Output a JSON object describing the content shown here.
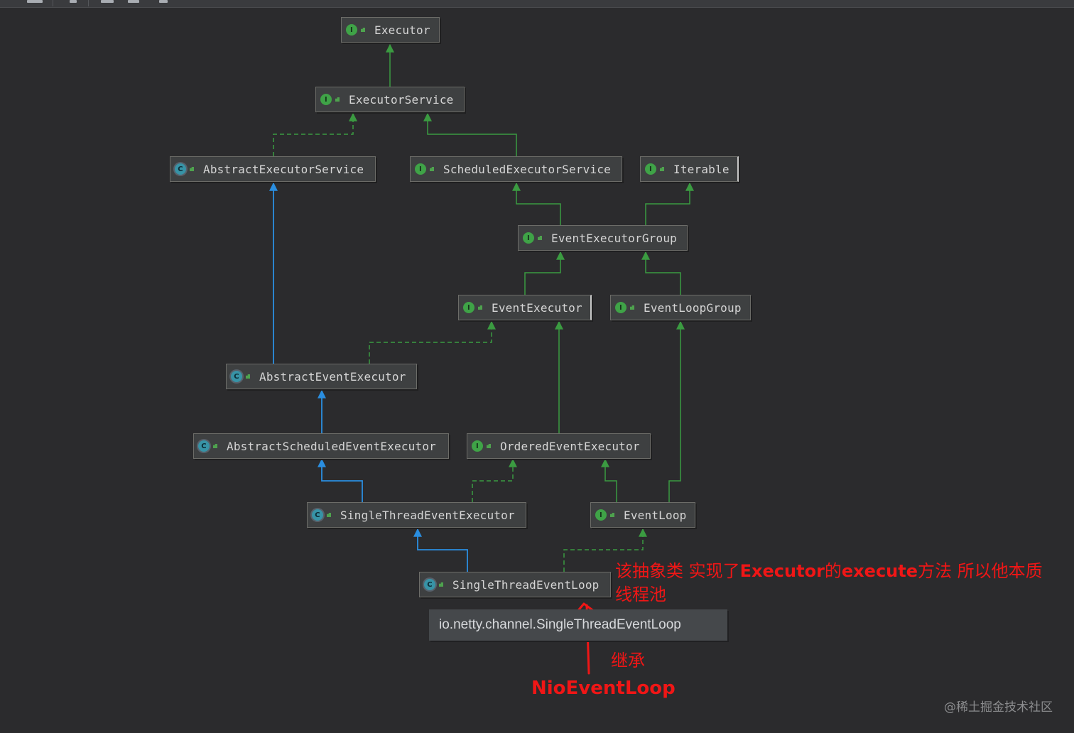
{
  "diagram": {
    "nodes": [
      {
        "id": "executor",
        "name": "Executor",
        "kind": "interface"
      },
      {
        "id": "executor-service",
        "name": "ExecutorService",
        "kind": "interface"
      },
      {
        "id": "abstract-executor-service",
        "name": "AbstractExecutorService",
        "kind": "class"
      },
      {
        "id": "scheduled-executor-service",
        "name": "ScheduledExecutorService",
        "kind": "interface"
      },
      {
        "id": "iterable",
        "name": "Iterable",
        "kind": "interface"
      },
      {
        "id": "event-executor-group",
        "name": "EventExecutorGroup",
        "kind": "interface"
      },
      {
        "id": "event-executor",
        "name": "EventExecutor",
        "kind": "interface"
      },
      {
        "id": "event-loop-group",
        "name": "EventLoopGroup",
        "kind": "interface"
      },
      {
        "id": "abstract-event-executor",
        "name": "AbstractEventExecutor",
        "kind": "class"
      },
      {
        "id": "abstract-scheduled-event-executor",
        "name": "AbstractScheduledEventExecutor",
        "kind": "class"
      },
      {
        "id": "ordered-event-executor",
        "name": "OrderedEventExecutor",
        "kind": "interface"
      },
      {
        "id": "single-thread-event-executor",
        "name": "SingleThreadEventExecutor",
        "kind": "class"
      },
      {
        "id": "event-loop",
        "name": "EventLoop",
        "kind": "interface"
      },
      {
        "id": "single-thread-event-loop",
        "name": "SingleThreadEventLoop",
        "kind": "class"
      }
    ],
    "edges": [
      {
        "from": "executor-service",
        "to": "executor",
        "type": "extends"
      },
      {
        "from": "abstract-executor-service",
        "to": "executor-service",
        "type": "implements"
      },
      {
        "from": "scheduled-executor-service",
        "to": "executor-service",
        "type": "extends"
      },
      {
        "from": "event-executor-group",
        "to": "scheduled-executor-service",
        "type": "extends"
      },
      {
        "from": "event-executor-group",
        "to": "iterable",
        "type": "extends"
      },
      {
        "from": "event-executor",
        "to": "event-executor-group",
        "type": "extends"
      },
      {
        "from": "event-loop-group",
        "to": "event-executor-group",
        "type": "extends"
      },
      {
        "from": "abstract-event-executor",
        "to": "abstract-executor-service",
        "type": "class-extends"
      },
      {
        "from": "abstract-event-executor",
        "to": "event-executor",
        "type": "implements"
      },
      {
        "from": "abstract-scheduled-event-executor",
        "to": "abstract-event-executor",
        "type": "class-extends"
      },
      {
        "from": "ordered-event-executor",
        "to": "event-executor",
        "type": "extends"
      },
      {
        "from": "single-thread-event-executor",
        "to": "abstract-scheduled-event-executor",
        "type": "class-extends"
      },
      {
        "from": "single-thread-event-executor",
        "to": "ordered-event-executor",
        "type": "implements"
      },
      {
        "from": "event-loop",
        "to": "ordered-event-executor",
        "type": "extends"
      },
      {
        "from": "event-loop",
        "to": "event-loop-group",
        "type": "extends"
      },
      {
        "from": "single-thread-event-loop",
        "to": "single-thread-event-executor",
        "type": "class-extends"
      },
      {
        "from": "single-thread-event-loop",
        "to": "event-loop",
        "type": "implements"
      }
    ],
    "tooltip": "io.netty.channel.SingleThreadEventLoop",
    "icon_labels": {
      "interface": "I",
      "class": "C"
    }
  },
  "annotations": {
    "note_parts": [
      "该抽象类 实现了",
      "Executor",
      "的",
      "execute",
      "方法 所以他本质"
    ],
    "note_line2": "线程池",
    "inherit": "继承",
    "subclass": "NioEventLoop"
  },
  "watermark": "@稀土掘金技术社区",
  "colors": {
    "background": "#2b2b2d",
    "interface_edge": "#3b9b41",
    "class_edge": "#2a8ee0",
    "annotation": "#f01616"
  }
}
